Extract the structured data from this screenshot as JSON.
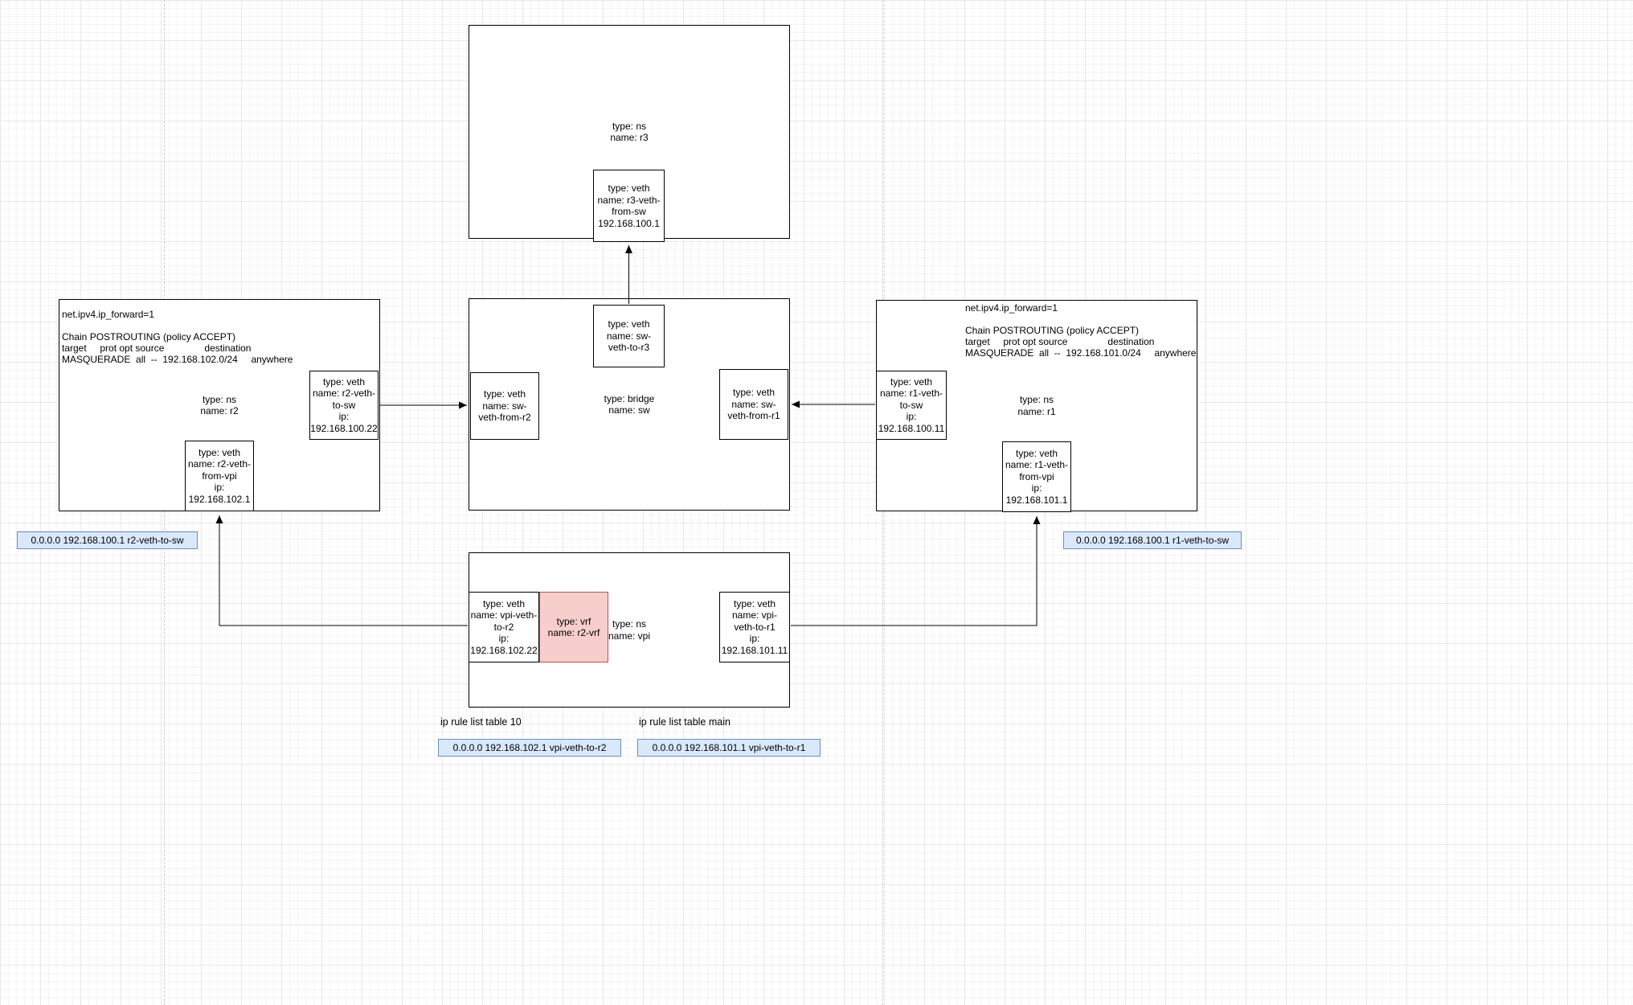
{
  "nodes": {
    "r3": {
      "label": "type: ns\nname: r3"
    },
    "r3_veth_from_sw": {
      "label": "type: veth\nname: r3-veth-\nfrom-sw\n192.168.100.1"
    },
    "sw": {
      "label": "type: bridge\nname: sw"
    },
    "sw_veth_to_r3": {
      "label": "type: veth\nname: sw-\nveth-to-r3"
    },
    "sw_veth_from_r2": {
      "label": "type: veth\nname: sw-\nveth-from-r2"
    },
    "sw_veth_from_r1": {
      "label": "type: veth\nname: sw-\nveth-from-r1"
    },
    "r2": {
      "sysctl": "net.ipv4.ip_forward=1",
      "iptables": "Chain POSTROUTING (policy ACCEPT)\ntarget     prot opt source               destination\nMASQUERADE  all  --  192.168.102.0/24     anywhere",
      "label": "type: ns\nname: r2"
    },
    "r2_veth_to_sw": {
      "label": "type: veth\nname: r2-veth-\nto-sw\nip:\n192.168.100.22"
    },
    "r2_veth_from_vpi": {
      "label": "type: veth\nname: r2-veth-\nfrom-vpi\nip:\n192.168.102.1"
    },
    "r1": {
      "sysctl": "net.ipv4.ip_forward=1",
      "iptables": "Chain POSTROUTING (policy ACCEPT)\ntarget     prot opt source               destination\nMASQUERADE  all  --  192.168.101.0/24     anywhere",
      "label": "type: ns\nname: r1"
    },
    "r1_veth_to_sw": {
      "label": "type: veth\nname: r1-veth-\nto-sw\nip:\n192.168.100.11"
    },
    "r1_veth_from_vpi": {
      "label": "type: veth\nname: r1-veth-\nfrom-vpi\nip:\n192.168.101.1"
    },
    "vpi": {
      "label": "type: ns\nname: vpi"
    },
    "vpi_veth_to_r2": {
      "label": "type: veth\nname: vpi-veth-\nto-r2\nip:\n192.168.102.22"
    },
    "r2_vrf": {
      "label": "type: vrf\nname: r2-vrf"
    },
    "vpi_veth_to_r1": {
      "label": "type: veth\nname: vpi-\nveth-to-r1\nip:\n192.168.101.11"
    }
  },
  "route_labels": {
    "r2_default": "0.0.0.0 192.168.100.1 r2-veth-to-sw",
    "r1_default": "0.0.0.0 192.168.100.1 r1-veth-to-sw",
    "vpi_table10": "0.0.0.0 192.168.102.1 vpi-veth-to-r2",
    "vpi_table_main": "0.0.0.0 192.168.101.1 vpi-veth-to-r1"
  },
  "captions": {
    "ip_rule_table10": "ip rule list table 10",
    "ip_rule_table_main": "ip rule list table main"
  },
  "colors": {
    "shape_fill": "#ffffff",
    "shape_stroke": "#000000",
    "vrf_fill": "#f8cecc",
    "vrf_stroke": "#b85450",
    "route_label_fill": "#dae8fc",
    "route_label_stroke": "#6c8ebf"
  }
}
